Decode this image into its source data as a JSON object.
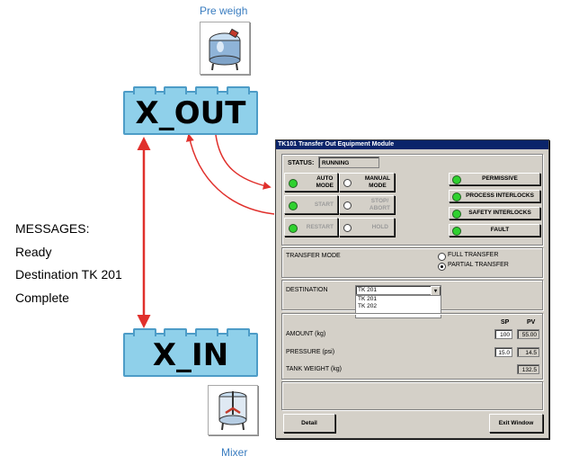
{
  "pre_weigh": {
    "caption": "Pre weigh",
    "icon": "tank-icon"
  },
  "mixer": {
    "caption": "Mixer",
    "icon": "mixer-tank-icon"
  },
  "blocks": {
    "out_label": "X_OUT",
    "in_label": "X_IN"
  },
  "messages": {
    "heading": "MESSAGES:",
    "lines": [
      "Ready",
      "Destination TK 201",
      "Complete"
    ]
  },
  "window": {
    "title": "TK101 Transfer Out Equipment Module",
    "status_label": "STATUS:",
    "status_value": "RUNNING",
    "mode_buttons": [
      {
        "label": "AUTO\nMODE",
        "enabled": true
      },
      {
        "label": "MANUAL\nMODE",
        "enabled": true
      },
      {
        "label": "START",
        "enabled": false
      },
      {
        "label": "STOP/\nABORT",
        "enabled": false
      },
      {
        "label": "RESTART",
        "enabled": false
      },
      {
        "label": "HOLD",
        "enabled": false
      }
    ],
    "indicators": [
      "PERMISSIVE",
      "PROCESS INTERLOCKS",
      "SAFETY INTERLOCKS",
      "FAULT"
    ],
    "transfer_mode_label": "TRANSFER MODE",
    "transfer_options": [
      "FULL TRANSFER",
      "PARTIAL TRANSFER"
    ],
    "transfer_selected": "PARTIAL TRANSFER",
    "destination_label": "DESTINATION",
    "destination_selected": "TK 201",
    "destination_options": [
      "TK 201",
      "TK 202"
    ],
    "sp_header": "SP",
    "pv_header": "PV",
    "amount_label": "AMOUNT (kg)",
    "amount_sp": "100",
    "amount_pv": "55.00",
    "pressure_label": "PRESSURE (psi)",
    "pressure_sp": "15.0",
    "pressure_pv": "14.5",
    "weight_label": "TANK WEIGHT (kg)",
    "weight_pv": "132.5",
    "detail_button": "Detail",
    "exit_button": "Exit Window"
  },
  "colors": {
    "arrow": "#e0302c",
    "block_fill": "#8fd0ea",
    "led_green": "#2fd12f",
    "titlebar": "#0a246a"
  }
}
